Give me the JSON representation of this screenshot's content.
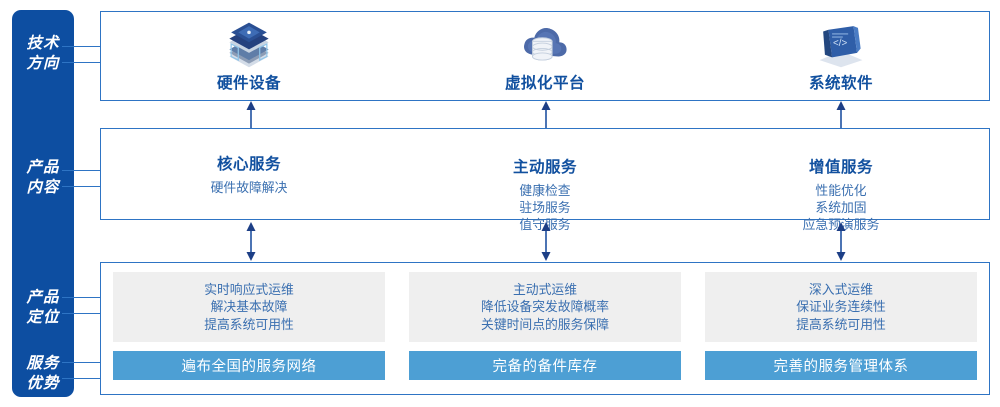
{
  "rail": {
    "labels": [
      {
        "name": "tech-direction",
        "text": "技术\n方向"
      },
      {
        "name": "product-content",
        "text": "产品\n内容"
      },
      {
        "name": "product-position",
        "text": "产品\n定位"
      },
      {
        "name": "service-advantage",
        "text": "服务\n优势"
      }
    ],
    "color": "#0d4ea1"
  },
  "tech_direction": {
    "items": [
      {
        "icon": "server-stack-icon",
        "label": "硬件设备"
      },
      {
        "icon": "cloud-database-icon",
        "label": "虚拟化平台"
      },
      {
        "icon": "software-code-icon",
        "label": "系统软件"
      }
    ]
  },
  "product_content": {
    "columns": [
      {
        "title": "核心服务",
        "items": [
          "硬件故障解决"
        ]
      },
      {
        "title": "主动服务",
        "items": [
          "健康检查",
          "驻场服务",
          "值守服务"
        ]
      },
      {
        "title": "增值服务",
        "items": [
          "性能优化",
          "系统加固",
          "应急预演服务"
        ]
      }
    ]
  },
  "bottom": {
    "columns": [
      {
        "positioning": [
          "实时响应式运维",
          "解决基本故障",
          "提高系统可用性"
        ],
        "advantage": "遍布全国的服务网络"
      },
      {
        "positioning": [
          "主动式运维",
          "降低设备突发故障概率",
          "关键时间点的服务保障"
        ],
        "advantage": "完备的备件库存"
      },
      {
        "positioning": [
          "深入式运维",
          "保证业务连续性",
          "提高系统可用性"
        ],
        "advantage": "完善的服务管理体系"
      }
    ]
  },
  "colors": {
    "rail_blue": "#0d4ea1",
    "border_blue": "#2e74c4",
    "title_blue": "#11509f",
    "text_blue": "#3a6fb0",
    "bar_blue": "#4d9fd4",
    "grey_box": "#efefef"
  },
  "arrows": {
    "up_arrows_x": [
      250,
      545,
      840
    ],
    "double_arrows_x": [
      250,
      545,
      840
    ],
    "down_arrows_x": [
      250,
      545,
      840
    ]
  }
}
